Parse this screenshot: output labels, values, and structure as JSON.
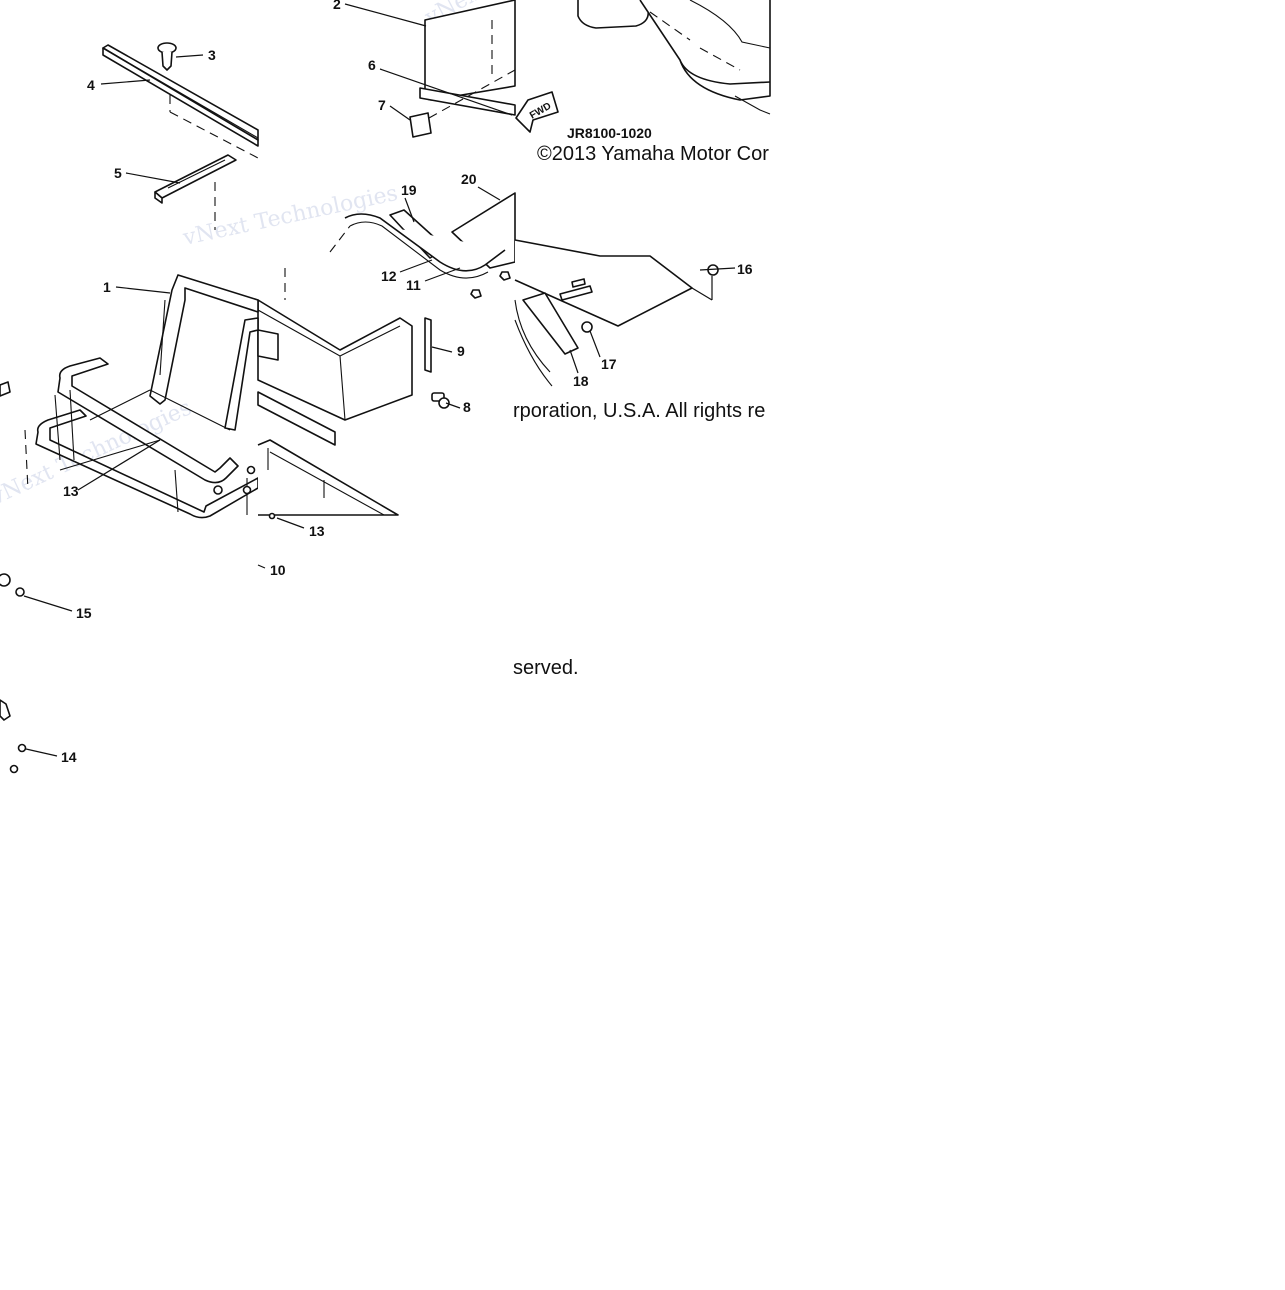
{
  "diagram": {
    "doc_code": "JR8100-1020",
    "copyright_fragment_1": "©2013 Yamaha Motor Cor",
    "copyright_fragment_2": "rporation, U.S.A. All rights re",
    "copyright_fragment_3": "served.",
    "fwd_arrow_label": "FWD",
    "watermark_text": "vNext Technologies",
    "callouts": [
      {
        "id": "c1",
        "label": "1"
      },
      {
        "id": "c2",
        "label": "2"
      },
      {
        "id": "c3",
        "label": "3"
      },
      {
        "id": "c4",
        "label": "4"
      },
      {
        "id": "c5",
        "label": "5"
      },
      {
        "id": "c6",
        "label": "6"
      },
      {
        "id": "c7",
        "label": "7"
      },
      {
        "id": "c8",
        "label": "8"
      },
      {
        "id": "c9",
        "label": "9"
      },
      {
        "id": "c10",
        "label": "10"
      },
      {
        "id": "c11",
        "label": "11"
      },
      {
        "id": "c12",
        "label": "12"
      },
      {
        "id": "c13a",
        "label": "13"
      },
      {
        "id": "c13b",
        "label": "13"
      },
      {
        "id": "c14",
        "label": "14"
      },
      {
        "id": "c15",
        "label": "15"
      },
      {
        "id": "c16",
        "label": "16"
      },
      {
        "id": "c17",
        "label": "17"
      },
      {
        "id": "c18",
        "label": "18"
      },
      {
        "id": "c19",
        "label": "19"
      },
      {
        "id": "c20",
        "label": "20"
      }
    ]
  }
}
